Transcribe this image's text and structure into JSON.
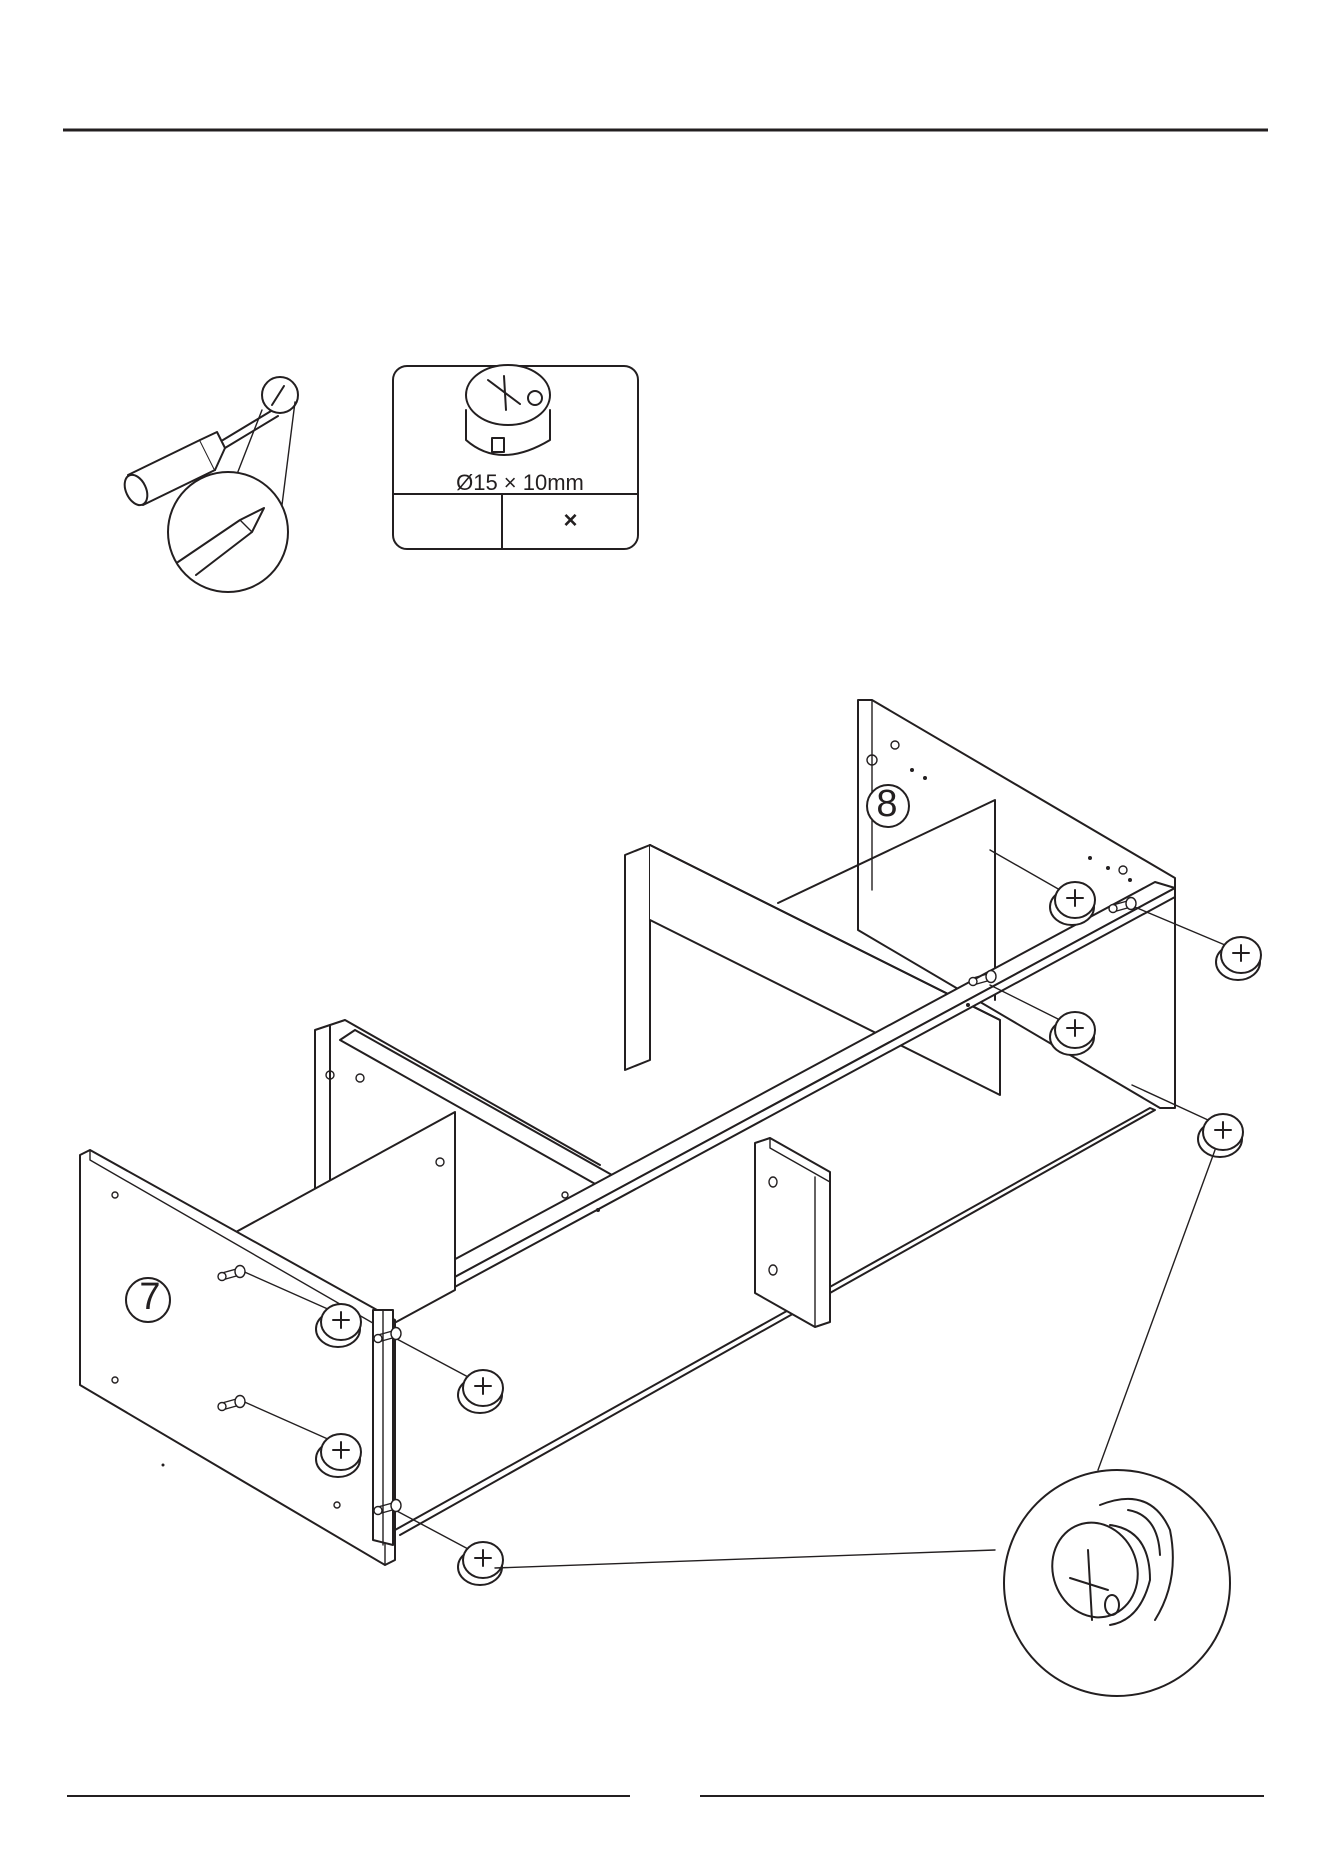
{
  "hardware_table": {
    "spec": "Ø15 × 10mm",
    "quantity": "×"
  },
  "panel_labels": {
    "panel_7": "7",
    "panel_8": "8"
  },
  "icons": {
    "tool": "phillips-screwdriver-icon",
    "hardware": "cam-lock-icon",
    "detail": "cam-lock-detail-icon"
  },
  "colors": {
    "line": "#231f20",
    "background": "#ffffff"
  }
}
